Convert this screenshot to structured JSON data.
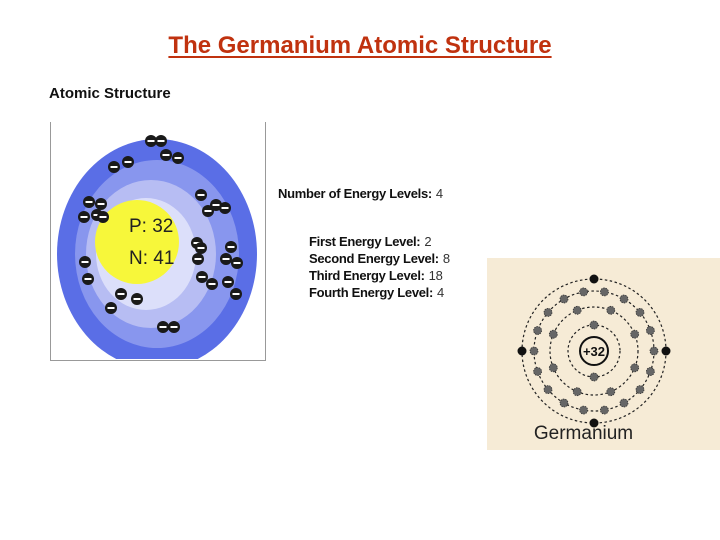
{
  "slide": {
    "title": "The Germanium Atomic Structure"
  },
  "atomic_panel": {
    "heading": "Atomic Structure",
    "nucleus": {
      "protons_label": "P: 32",
      "neutrons_label": "N: 41",
      "color": "#f7f73a"
    },
    "shell_colors": [
      "#5a6ee6",
      "#8896ee",
      "#b7bdf3",
      "#dcdffa"
    ],
    "electron_glyph": "−",
    "facts": {
      "levels_label": "Number of Energy Levels:",
      "levels_value": "4",
      "first_label": "First Energy Level:",
      "first_value": "2",
      "second_label": "Second Energy Level:",
      "second_value": "8",
      "third_label": "Third Energy Level:",
      "third_value": "18",
      "fourth_label": "Fourth Energy Level:",
      "fourth_value": "4"
    }
  },
  "bohr_model": {
    "nucleus_label": "+32",
    "element_name": "Germanium",
    "background": "#f6ebd6",
    "shells": [
      2,
      8,
      18,
      4
    ]
  }
}
